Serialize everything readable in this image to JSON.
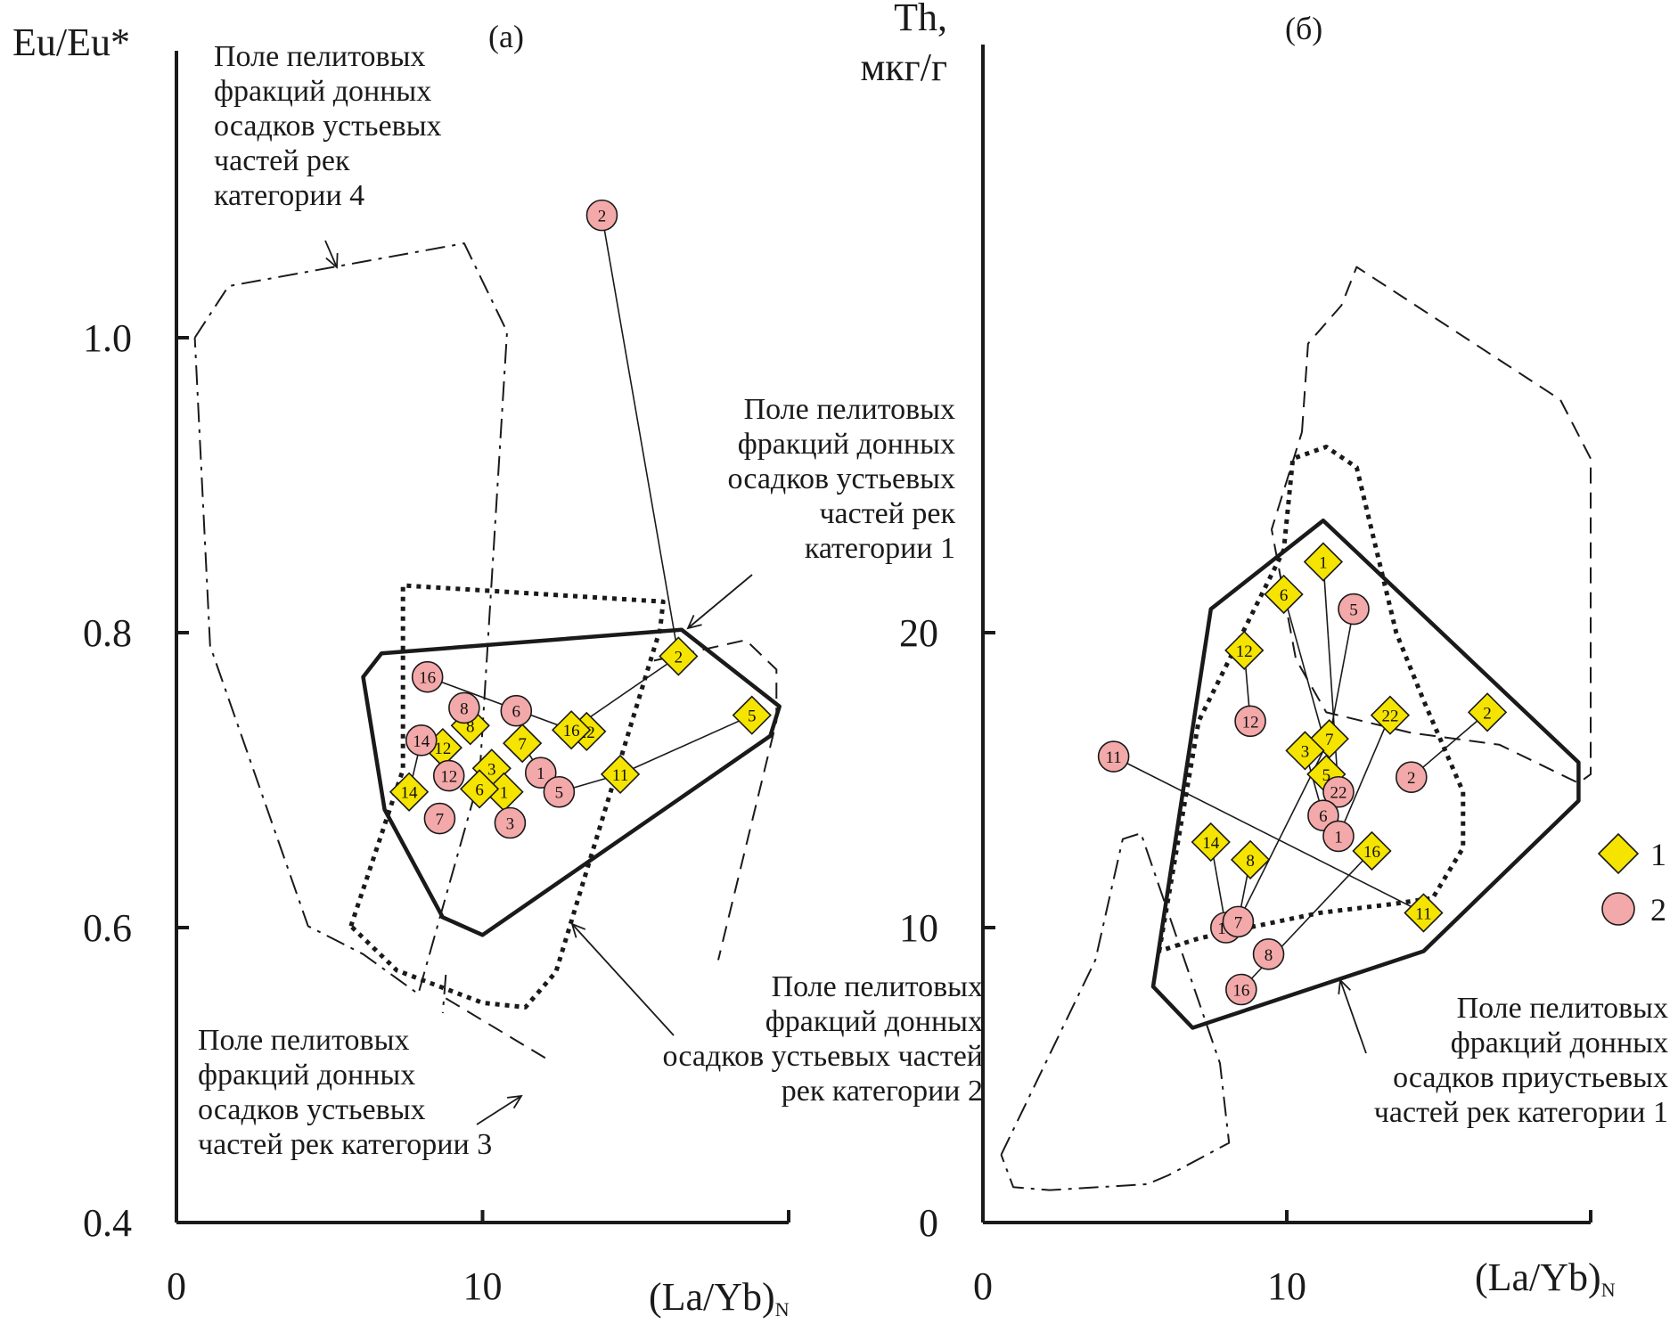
{
  "chart_data": [
    {
      "type": "scatter",
      "panel_label": "(а)",
      "ylabel": "Eu/Eu*",
      "xlabel_main": "(La/Yb)",
      "xlabel_sub": "N",
      "xlim": [
        0,
        20
      ],
      "ylim": [
        0.4,
        1.15
      ],
      "x_ticks": [
        "0",
        "10"
      ],
      "y_ticks": [
        "0.4",
        "0.6",
        "0.8",
        "1.0"
      ],
      "series": [
        {
          "name": "1",
          "marker": "diamond",
          "points": [
            {
              "label": "2",
              "x": 16.4,
              "y": 0.784
            },
            {
              "label": "5",
              "x": 18.8,
              "y": 0.744
            },
            {
              "label": "11",
              "x": 14.5,
              "y": 0.704
            },
            {
              "label": "22",
              "x": 13.4,
              "y": 0.733
            },
            {
              "label": "16",
              "x": 12.9,
              "y": 0.734
            },
            {
              "label": "7",
              "x": 11.3,
              "y": 0.725
            },
            {
              "label": "3",
              "x": 10.3,
              "y": 0.708
            },
            {
              "label": "1",
              "x": 10.7,
              "y": 0.692
            },
            {
              "label": "6",
              "x": 9.9,
              "y": 0.694
            },
            {
              "label": "8",
              "x": 9.6,
              "y": 0.737
            },
            {
              "label": "12",
              "x": 8.7,
              "y": 0.722
            },
            {
              "label": "14",
              "x": 7.6,
              "y": 0.692
            }
          ]
        },
        {
          "name": "2",
          "marker": "circle",
          "points": [
            {
              "label": "2",
              "x": 13.9,
              "y": 1.083
            },
            {
              "label": "16",
              "x": 8.2,
              "y": 0.77
            },
            {
              "label": "8",
              "x": 9.4,
              "y": 0.749
            },
            {
              "label": "6",
              "x": 11.1,
              "y": 0.747
            },
            {
              "label": "14",
              "x": 8.0,
              "y": 0.727
            },
            {
              "label": "12",
              "x": 8.9,
              "y": 0.703
            },
            {
              "label": "7",
              "x": 8.6,
              "y": 0.674
            },
            {
              "label": "1",
              "x": 11.9,
              "y": 0.705
            },
            {
              "label": "5",
              "x": 12.5,
              "y": 0.692
            },
            {
              "label": "3",
              "x": 10.9,
              "y": 0.671
            }
          ]
        }
      ],
      "connections": [
        [
          "2:2",
          "1:2"
        ],
        [
          "2:16",
          "1:16"
        ],
        [
          "1:16",
          "1:2"
        ],
        [
          "2:5",
          "1:11"
        ],
        [
          "1:11",
          "1:5"
        ],
        [
          "2:1",
          "1:7"
        ],
        [
          "2:14",
          "1:14"
        ],
        [
          "2:12",
          "1:12"
        ]
      ],
      "annotations": {
        "cat4": "Поле пелитовых\nфракций донных\nосадков устьевых\nчастей рек\nкатегории 4",
        "cat1": "Поле пелитовых\nфракций донных\nосадков устьевых\nчастей рек\nкатегории 1",
        "cat2": "Поле пелитовых\nфракций донных\nосадков устьевых частей\nрек категории 2",
        "cat3": "Поле пелитовых\nфракций донных\nосадков устьевых\nчастей рек категории 3"
      },
      "fields": {
        "cat1_solid": [
          [
            6.1,
            0.77
          ],
          [
            6.7,
            0.786
          ],
          [
            16.5,
            0.802
          ],
          [
            19.7,
            0.75
          ],
          [
            19.4,
            0.73
          ],
          [
            10.0,
            0.595
          ],
          [
            8.7,
            0.607
          ],
          [
            6.8,
            0.68
          ]
        ],
        "cat2_dotted": [
          [
            5.7,
            0.601
          ],
          [
            7.4,
            0.707
          ],
          [
            7.4,
            0.832
          ],
          [
            15.9,
            0.821
          ],
          [
            15.8,
            0.802
          ],
          [
            15.6,
            0.789
          ],
          [
            12.4,
            0.57
          ],
          [
            11.4,
            0.546
          ],
          [
            10.0,
            0.549
          ],
          [
            7.2,
            0.571
          ]
        ],
        "cat3_dashed": [
          [
            15.6,
            0.781
          ],
          [
            18.6,
            0.795
          ],
          [
            19.6,
            0.775
          ],
          [
            19.6,
            0.74
          ],
          [
            17.7,
            0.578
          ]
        ],
        "cat3_dashed_lower": [
          [
            8.8,
            0.552
          ],
          [
            12.1,
            0.511
          ]
        ],
        "cat4_dashdot": [
          [
            0.6,
            1.0
          ],
          [
            1.7,
            1.035
          ],
          [
            9.4,
            1.064
          ],
          [
            10.8,
            1.004
          ],
          [
            9.9,
            0.702
          ],
          [
            7.9,
            0.555
          ],
          [
            6.1,
            0.582
          ],
          [
            4.3,
            0.601
          ],
          [
            1.1,
            0.791
          ],
          [
            0.6,
            1.0
          ]
        ],
        "cat4_dashdot_lower": [
          [
            8.8,
            0.568
          ],
          [
            8.7,
            0.542
          ]
        ]
      }
    },
    {
      "type": "scatter",
      "panel_label": "(б)",
      "ylabel": "Th,\nмкг/г",
      "xlabel_main": "(La/Yb)",
      "xlabel_sub": "N",
      "xlim": [
        0,
        20
      ],
      "ylim": [
        0,
        34
      ],
      "x_ticks": [
        "0",
        "10"
      ],
      "y_ticks": [
        "0",
        "10",
        "20"
      ],
      "series": [
        {
          "name": "1",
          "marker": "diamond",
          "points": [
            {
              "label": "1",
              "x": 11.2,
              "y": 22.4
            },
            {
              "label": "6",
              "x": 9.9,
              "y": 21.3
            },
            {
              "label": "12",
              "x": 8.6,
              "y": 19.4
            },
            {
              "label": "22",
              "x": 13.4,
              "y": 17.2
            },
            {
              "label": "2",
              "x": 16.6,
              "y": 17.3
            },
            {
              "label": "7",
              "x": 11.4,
              "y": 16.4
            },
            {
              "label": "3",
              "x": 10.6,
              "y": 16.0
            },
            {
              "label": "5",
              "x": 11.3,
              "y": 15.2
            },
            {
              "label": "14",
              "x": 7.5,
              "y": 12.9
            },
            {
              "label": "8",
              "x": 8.8,
              "y": 12.3
            },
            {
              "label": "16",
              "x": 12.8,
              "y": 12.6
            },
            {
              "label": "11",
              "x": 14.5,
              "y": 10.5
            }
          ]
        },
        {
          "name": "2",
          "marker": "circle",
          "points": [
            {
              "label": "5",
              "x": 12.2,
              "y": 20.8
            },
            {
              "label": "12",
              "x": 8.8,
              "y": 17.0
            },
            {
              "label": "11",
              "x": 4.3,
              "y": 15.8
            },
            {
              "label": "2",
              "x": 14.1,
              "y": 15.1
            },
            {
              "label": "22",
              "x": 11.7,
              "y": 14.6
            },
            {
              "label": "6",
              "x": 11.2,
              "y": 13.8
            },
            {
              "label": "1",
              "x": 11.7,
              "y": 13.1
            },
            {
              "label": "14",
              "x": 8.0,
              "y": 10.0
            },
            {
              "label": "7",
              "x": 8.4,
              "y": 10.2
            },
            {
              "label": "8",
              "x": 9.4,
              "y": 9.1
            },
            {
              "label": "16",
              "x": 8.5,
              "y": 7.9
            }
          ]
        }
      ],
      "connections": [
        [
          "1:1",
          "2:22"
        ],
        [
          "1:6",
          "2:22"
        ],
        [
          "1:12",
          "2:12"
        ],
        [
          "2:5",
          "1:7"
        ],
        [
          "1:22",
          "2:1"
        ],
        [
          "1:2",
          "2:2"
        ],
        [
          "1:7",
          "2:7"
        ],
        [
          "2:11",
          "1:11"
        ],
        [
          "1:14",
          "2:14"
        ],
        [
          "1:8",
          "2:7"
        ],
        [
          "1:16",
          "2:16"
        ],
        [
          "1:3",
          "2:6"
        ]
      ],
      "annotations": {
        "pre": "Поле пелитовых\nфракций донных\nосадков приустьевых\nчастей рек категории 1"
      },
      "legend": [
        {
          "marker": "diamond",
          "label": "1"
        },
        {
          "marker": "circle",
          "label": "2"
        }
      ],
      "fields": {
        "solid": [
          [
            5.6,
            8.0
          ],
          [
            7.5,
            20.8
          ],
          [
            11.2,
            23.8
          ],
          [
            19.6,
            15.6
          ],
          [
            19.6,
            14.3
          ],
          [
            14.5,
            9.2
          ],
          [
            6.9,
            6.6
          ]
        ],
        "dotted": [
          [
            5.8,
            9.2
          ],
          [
            7.1,
            17.0
          ],
          [
            9.9,
            22.8
          ],
          [
            10.2,
            25.9
          ],
          [
            11.3,
            26.3
          ],
          [
            12.3,
            25.6
          ],
          [
            13.6,
            20.0
          ],
          [
            14.5,
            17.7
          ],
          [
            15.8,
            14.6
          ],
          [
            15.8,
            12.7
          ],
          [
            14.8,
            11.0
          ],
          [
            13.5,
            10.8
          ],
          [
            11.1,
            10.5
          ],
          [
            7.8,
            9.8
          ],
          [
            7.0,
            9.6
          ]
        ],
        "dashed": [
          [
            10.5,
            26.8
          ],
          [
            10.7,
            29.8
          ],
          [
            11.8,
            31.1
          ],
          [
            12.3,
            32.4
          ],
          [
            19.0,
            27.9
          ],
          [
            20.0,
            25.9
          ],
          [
            20.0,
            17.3
          ],
          [
            20.0,
            15.2
          ],
          [
            19.6,
            14.9
          ],
          [
            17.0,
            16.2
          ],
          [
            14.1,
            16.6
          ],
          [
            11.3,
            17.3
          ],
          [
            10.3,
            19.1
          ],
          [
            9.5,
            23.5
          ],
          [
            10.5,
            26.8
          ]
        ],
        "dashdot": [
          [
            0.6,
            2.3
          ],
          [
            3.7,
            8.9
          ],
          [
            4.6,
            13.0
          ],
          [
            5.2,
            13.2
          ],
          [
            7.8,
            5.4
          ],
          [
            8.1,
            2.7
          ],
          [
            6.1,
            1.6
          ],
          [
            5.4,
            1.3
          ],
          [
            2.2,
            1.1
          ],
          [
            1.0,
            1.2
          ],
          [
            0.6,
            2.3
          ]
        ]
      }
    }
  ],
  "colors": {
    "diamond_fill": "#f5e400",
    "circle_fill": "#f3a9a9",
    "ink": "#1a1a1a"
  }
}
